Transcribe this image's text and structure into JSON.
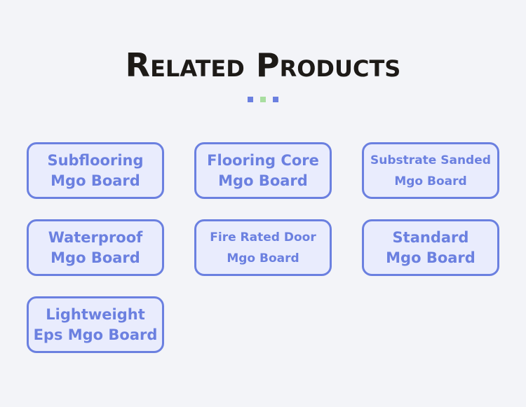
{
  "header": {
    "title": "Related Products"
  },
  "accent_colors": {
    "primary": "#6b80e0",
    "secondary": "#a8dea0",
    "title": "#1d1a17",
    "card_fill": "#e9ecfd"
  },
  "products": [
    {
      "line1": "Subflooring",
      "line2": "Mgo Board"
    },
    {
      "line1": "Flooring Core",
      "line2": "Mgo Board"
    },
    {
      "line1": "Substrate Sanded",
      "line2": "Mgo Board"
    },
    {
      "line1": "Waterproof",
      "line2": "Mgo Board"
    },
    {
      "line1": "Fire Rated Door",
      "line2": "Mgo Board"
    },
    {
      "line1": "Standard",
      "line2": "Mgo Board"
    },
    {
      "line1": "Lightweight",
      "line2": "Eps Mgo Board"
    }
  ]
}
